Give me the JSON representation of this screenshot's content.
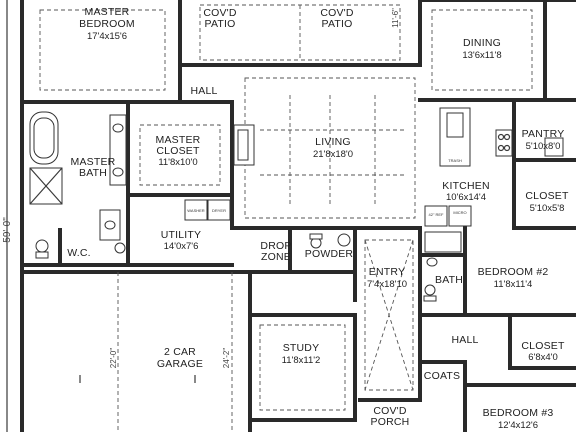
{
  "overall_dimension": "59'-0\"",
  "rooms": {
    "master_bedroom": {
      "name": "MASTER\nBEDROOM",
      "size": "17'4x15'6"
    },
    "covd_patio_1": {
      "name": "COV'D\nPATIO"
    },
    "covd_patio_2": {
      "name": "COV'D\nPATIO"
    },
    "dining": {
      "name": "DINING",
      "size": "13'6x11'8"
    },
    "hall_top": {
      "name": "HALL"
    },
    "master_closet": {
      "name": "MASTER\nCLOSET",
      "size": "11'8x10'0"
    },
    "master_bath": {
      "name": "MASTER\nBATH"
    },
    "living": {
      "name": "LIVING",
      "size": "21'8x18'0"
    },
    "pantry": {
      "name": "PANTRY",
      "size": "5'10x8'0"
    },
    "kitchen": {
      "name": "KITCHEN",
      "size": "10'6x14'4"
    },
    "closet_kitchen": {
      "name": "CLOSET",
      "size": "5'10x5'8"
    },
    "utility": {
      "name": "UTILITY",
      "size": "14'0x7'6"
    },
    "wc": {
      "name": "W.C."
    },
    "drop_zone": {
      "name": "DROP\nZONE"
    },
    "powder": {
      "name": "POWDER"
    },
    "entry": {
      "name": "ENTRY",
      "size": "7'4x18'10"
    },
    "bath": {
      "name": "BATH"
    },
    "bedroom_2": {
      "name": "BEDROOM #2",
      "size": "11'8x11'4"
    },
    "hall_right": {
      "name": "HALL"
    },
    "closet_right": {
      "name": "CLOSET",
      "size": "6'8x4'0"
    },
    "garage": {
      "name": "2 CAR\nGARAGE"
    },
    "study": {
      "name": "STUDY",
      "size": "11'8x11'2"
    },
    "coats": {
      "name": "COATS"
    },
    "covd_porch": {
      "name": "COV'D\nPORCH"
    },
    "bedroom_3": {
      "name": "BEDROOM #3",
      "size": "12'4x12'6"
    }
  },
  "fixtures": {
    "washer": "WASHER",
    "dryer": "DRYER",
    "fridge": "42\" REF",
    "micro_oven": "MICRO\nOVEN",
    "trash": "TRASH"
  },
  "garage_dimensions": {
    "left": "22'-0\"",
    "right": "24'-2\""
  },
  "patio_dimension": "11'-6\""
}
